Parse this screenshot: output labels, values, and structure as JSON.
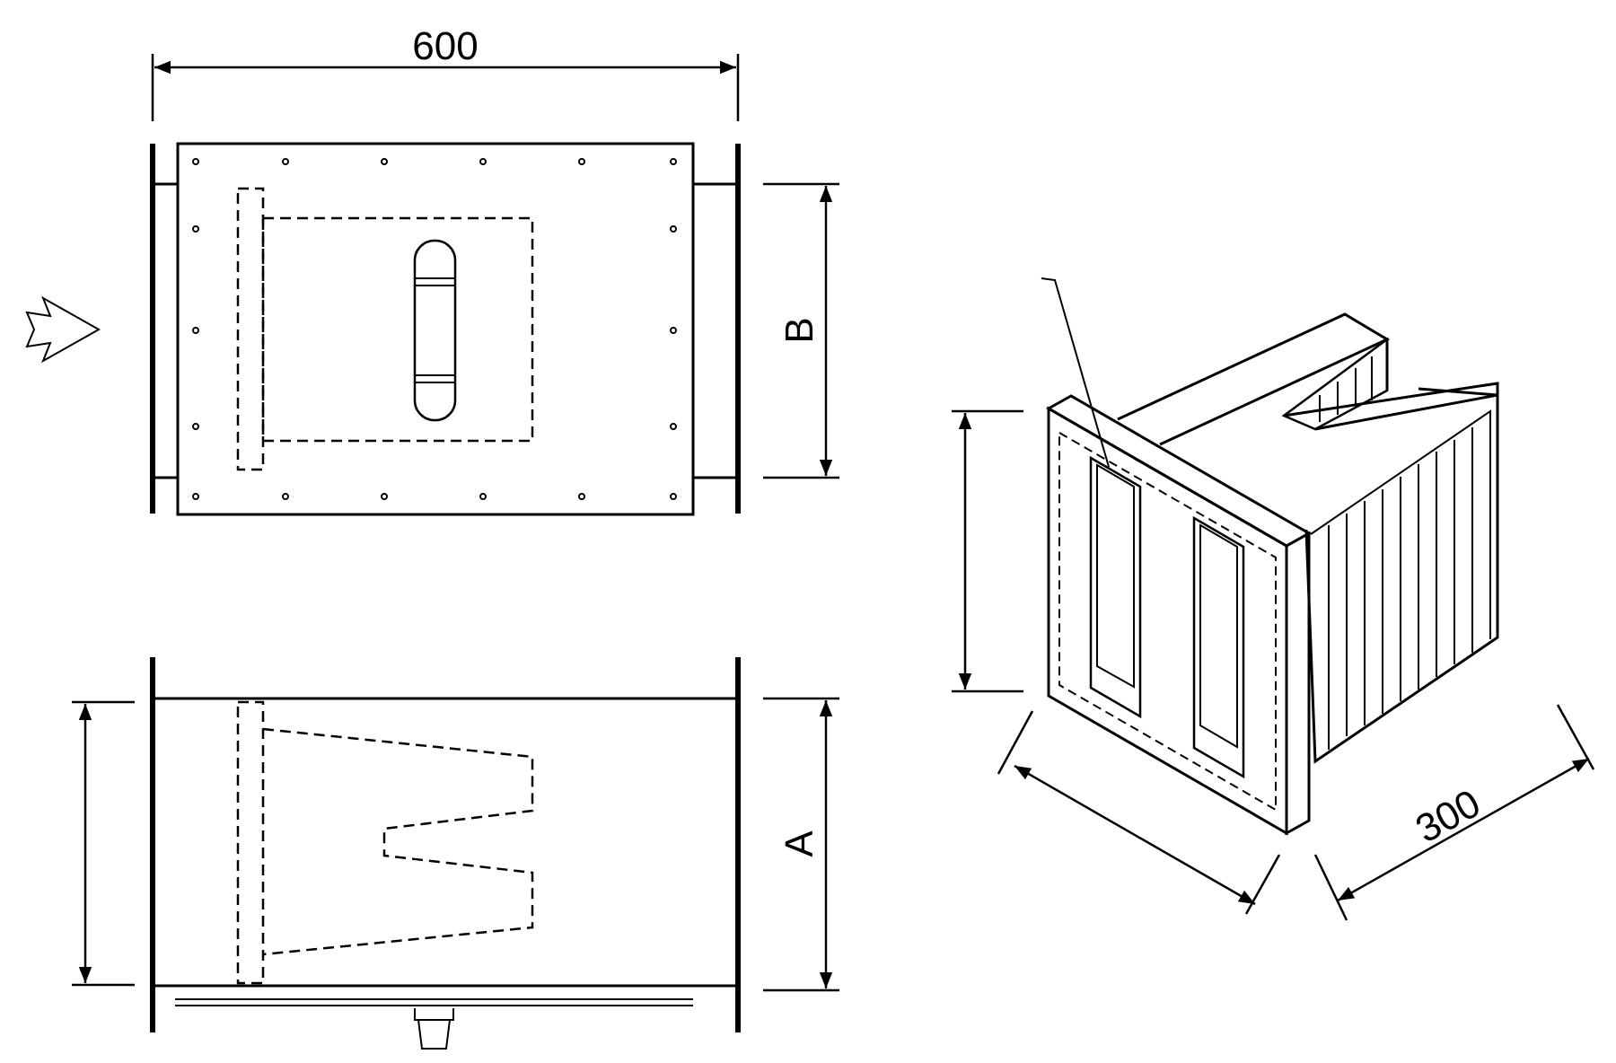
{
  "drawing": {
    "dim_length": "600",
    "dim_depth": "300",
    "dim_b": "B",
    "dim_a": "A"
  }
}
